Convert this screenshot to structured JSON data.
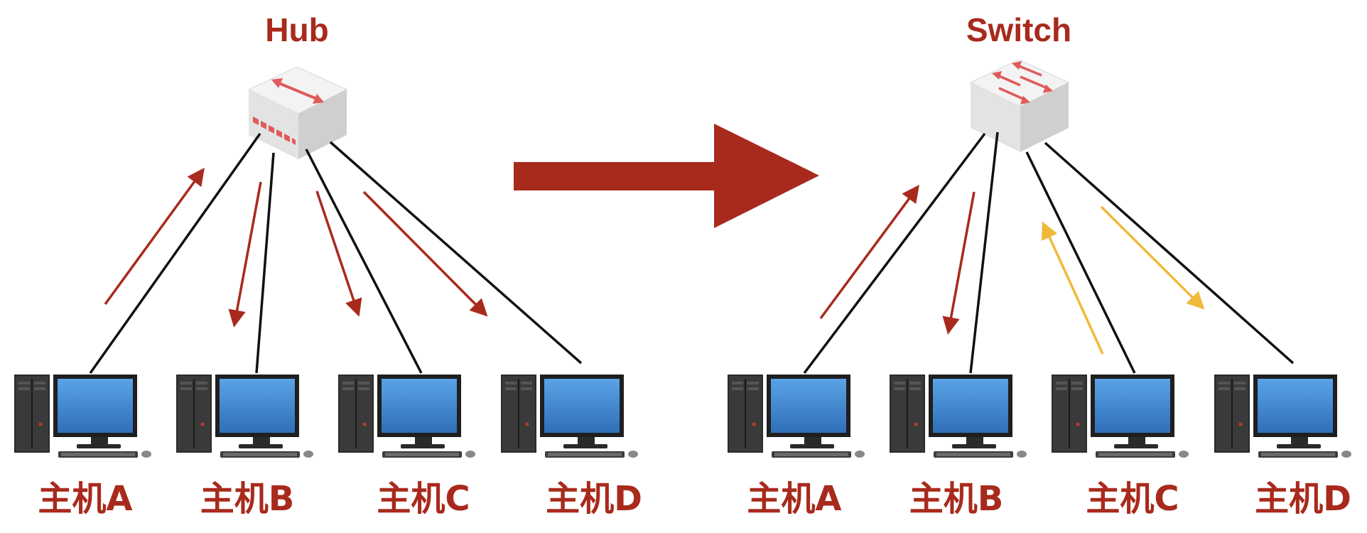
{
  "left": {
    "title": "Hub",
    "hosts": [
      "主机A",
      "主机B",
      "主机C",
      "主机D"
    ]
  },
  "right": {
    "title": "Switch",
    "hosts": [
      "主机A",
      "主机B",
      "主机C",
      "主机D"
    ]
  },
  "icons": {
    "hub": "hub-icon",
    "switch": "switch-icon",
    "computer": "desktop-computer-icon",
    "transition": "right-arrow-icon"
  },
  "colors": {
    "label": "#a82a1c",
    "frame_flow": "#a82a1c",
    "reply_flow": "#f0b93a",
    "cable": "#111111",
    "screen": "#4a8cd2"
  }
}
